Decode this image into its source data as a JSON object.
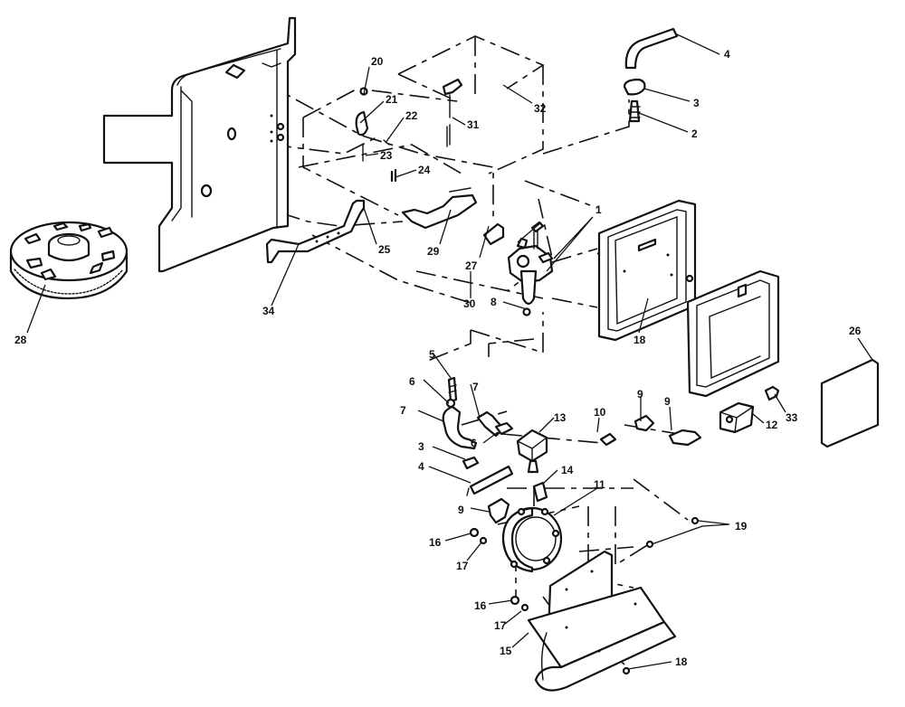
{
  "diagram": {
    "callouts": [
      "1",
      "2",
      "3",
      "4",
      "5",
      "6",
      "7",
      "8",
      "9",
      "10",
      "11",
      "12",
      "13",
      "14",
      "15",
      "16",
      "17",
      "18",
      "19",
      "20",
      "21",
      "22",
      "23",
      "24",
      "25",
      "26",
      "27",
      "28",
      "29",
      "30",
      "31",
      "32",
      "33",
      "34"
    ],
    "labels": {
      "c1": "1",
      "c2": "2",
      "c3_top": "3",
      "c4_top": "4",
      "c5": "5",
      "c6_a": "6",
      "c6_b": "6",
      "c7_a": "7",
      "c7_b": "7",
      "c8": "8",
      "c9_a": "9",
      "c9_b": "9",
      "c9_c": "9",
      "c10": "10",
      "c11": "11",
      "c12": "12",
      "c13": "13",
      "c14": "14",
      "c15": "15",
      "c16_a": "16",
      "c16_b": "16",
      "c17_a": "17",
      "c17_b": "17",
      "c18_a": "18",
      "c18_b": "18",
      "c19": "19",
      "c20": "20",
      "c21": "21",
      "c22": "22",
      "c23": "23",
      "c24": "24",
      "c25": "25",
      "c26": "26",
      "c27": "27",
      "c28": "28",
      "c29": "29",
      "c30": "30",
      "c31": "31",
      "c32": "32",
      "c33": "33",
      "c34": "34",
      "c3_low": "3",
      "c4_low": "4"
    }
  }
}
